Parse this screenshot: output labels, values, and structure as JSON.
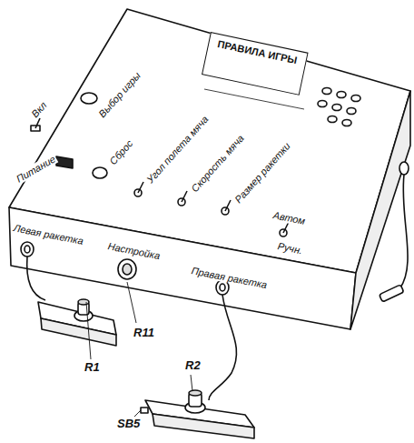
{
  "diagram": {
    "nodes": [
      {
        "text": [
          "ПРАВИЛА ИГРЫ"
        ]
      }
    ],
    "labels": [
      "Выбор игры",
      "Вкл",
      "Питание",
      "Сброс",
      "Угол полета мяча",
      "Скорость мяча",
      "Размер ракетки",
      "Автом",
      "Ручн.",
      "Левая ракетка",
      "Настройка",
      "Правая ракетка",
      "R11",
      "R1",
      "R2",
      "SB5"
    ]
  }
}
